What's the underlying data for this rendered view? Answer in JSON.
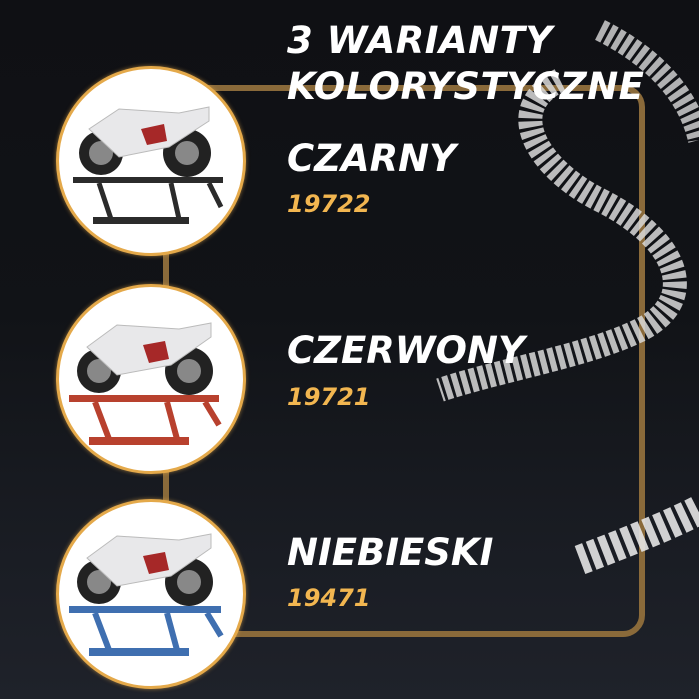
{
  "header": {
    "title_line1": "3 WARIANTY",
    "title_line2": "KOLORYSTYCZNE"
  },
  "colors": {
    "background": "#111317",
    "frame": "#8a6a3a",
    "circle_border": "#e4a94a",
    "code_text": "#f2b650",
    "title_text": "#ffffff"
  },
  "variants": [
    {
      "name": "CZARNY",
      "code": "19722",
      "lift_color": "#2b2b2b",
      "image": "motorcycle-on-black-lift"
    },
    {
      "name": "CZERWONY",
      "code": "19721",
      "lift_color": "#b8412e",
      "image": "motorcycle-on-red-lift"
    },
    {
      "name": "NIEBIESKI",
      "code": "19471",
      "lift_color": "#3f6fb0",
      "image": "motorcycle-on-blue-lift"
    }
  ]
}
